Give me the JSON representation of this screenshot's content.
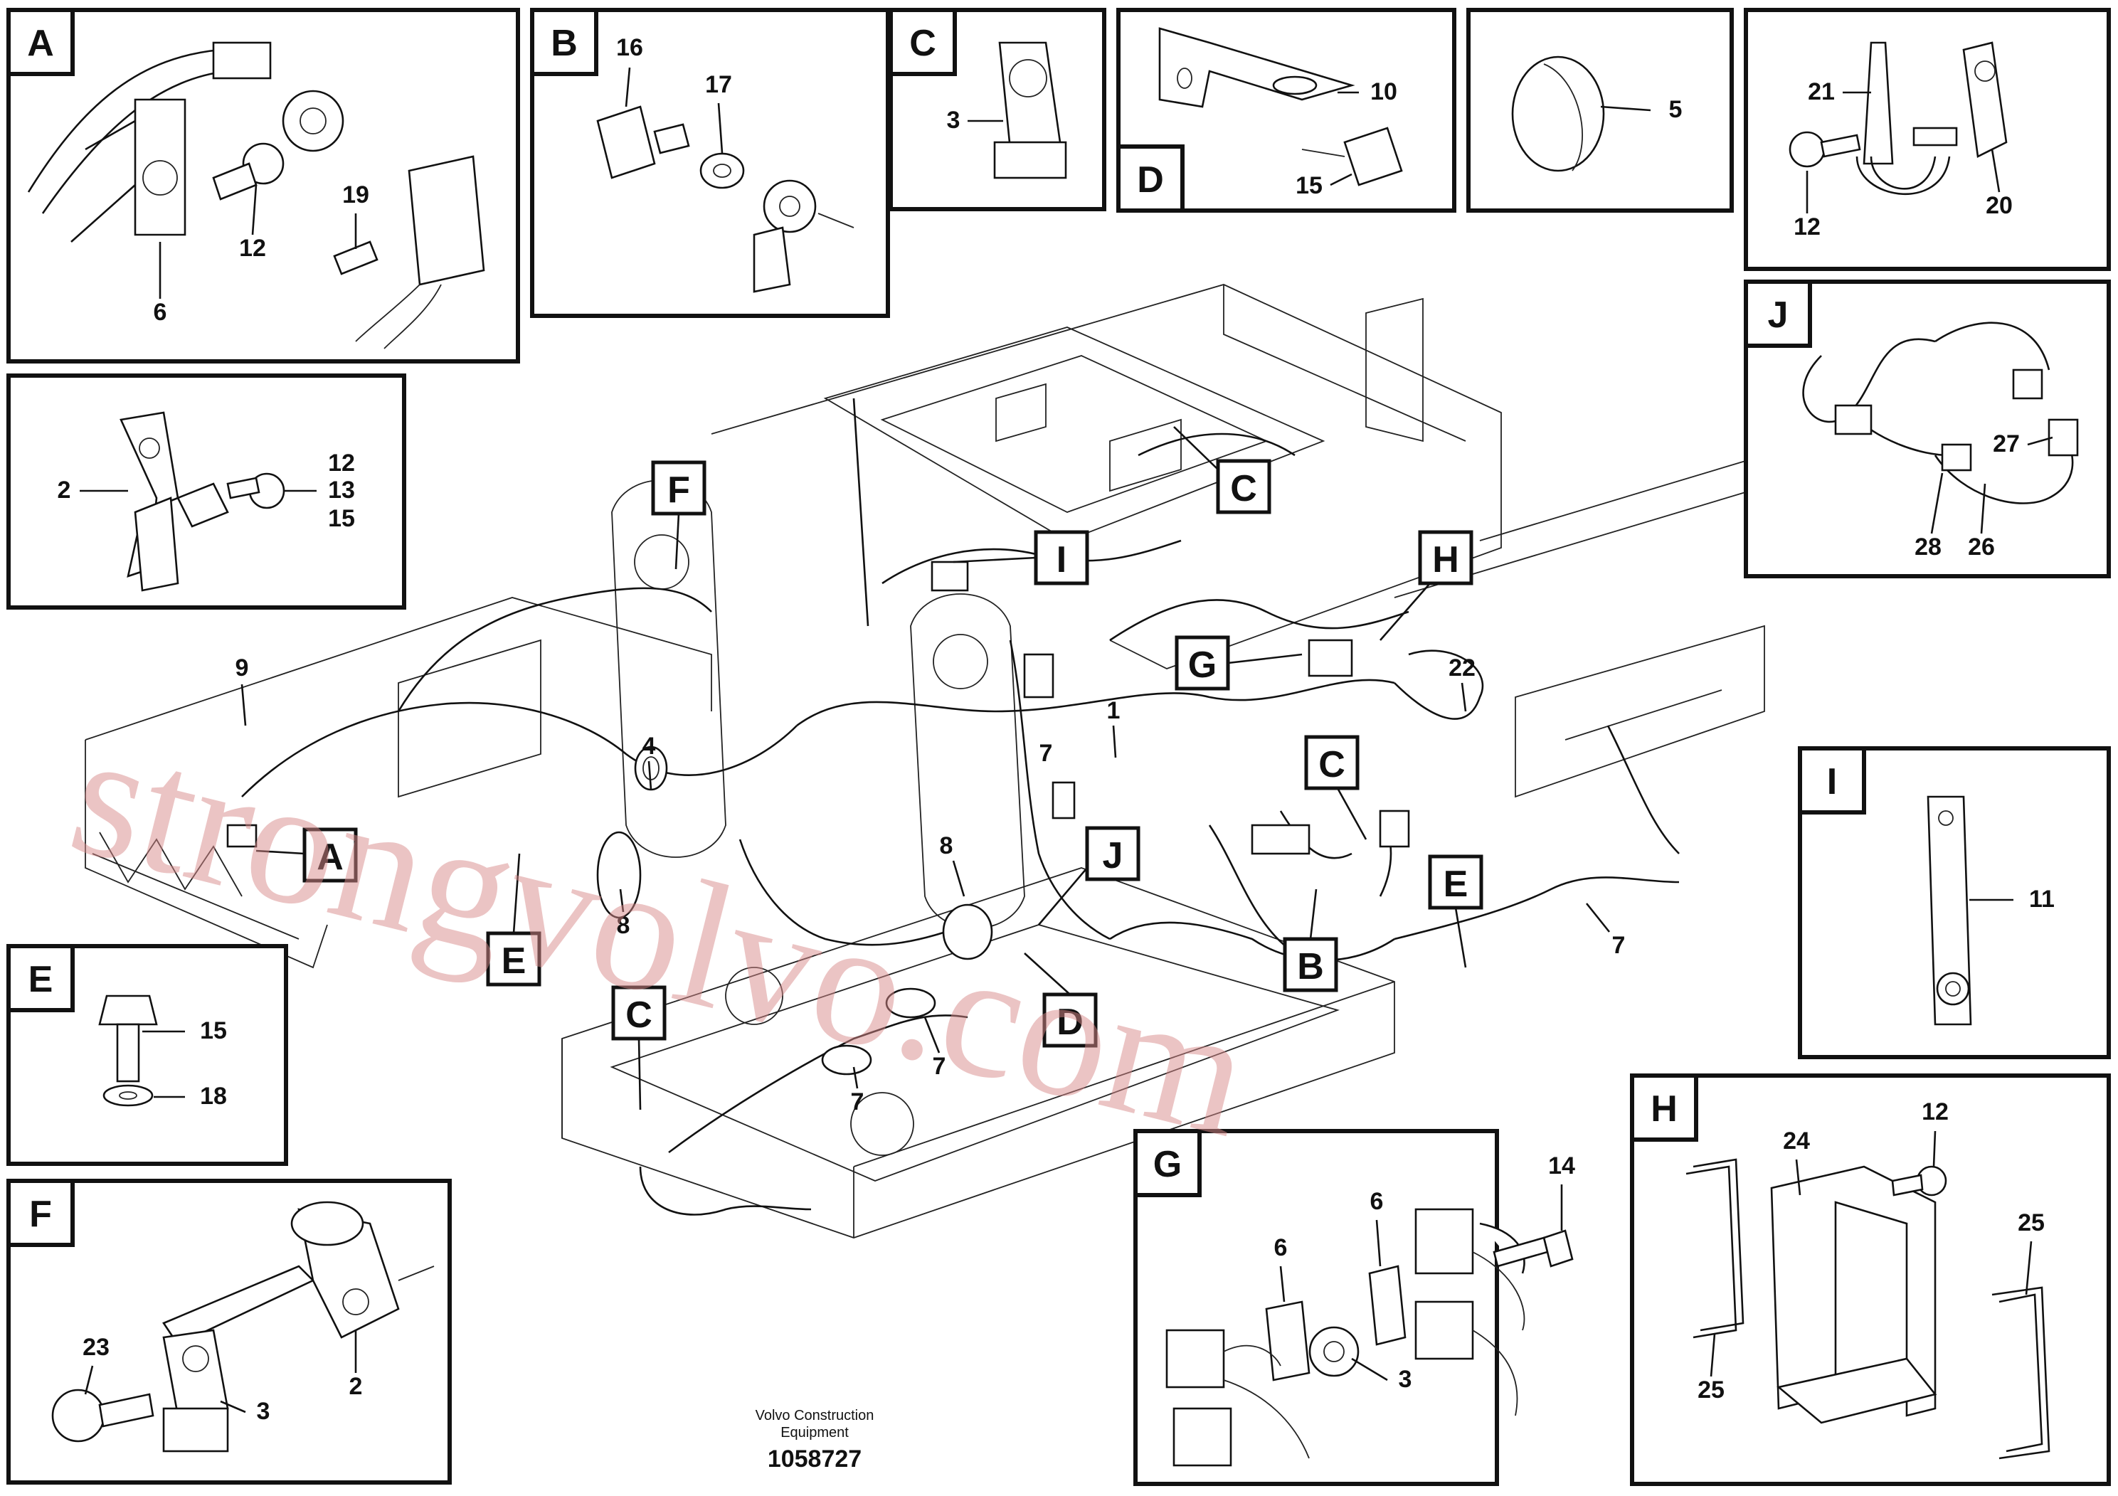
{
  "panels": {
    "A": {
      "letter": "A",
      "callouts": [
        "6",
        "12",
        "19"
      ]
    },
    "B": {
      "letter": "B",
      "callouts": [
        "16",
        "17"
      ]
    },
    "C": {
      "letter": "C",
      "callouts": [
        "3"
      ]
    },
    "D": {
      "letter": "D",
      "callouts": [
        "10",
        "15"
      ]
    },
    "plug": {
      "callouts": [
        "5"
      ]
    },
    "clamp_top": {
      "callouts": [
        "21",
        "12",
        "20"
      ]
    },
    "J": {
      "letter": "J",
      "callouts": [
        "27",
        "28",
        "26"
      ]
    },
    "bracket_left": {
      "callouts": [
        "2",
        "12",
        "13",
        "15"
      ]
    },
    "E": {
      "letter": "E",
      "callouts": [
        "15",
        "18"
      ]
    },
    "F": {
      "letter": "F",
      "callouts": [
        "23",
        "3",
        "2"
      ]
    },
    "I": {
      "letter": "I",
      "callouts": [
        "11"
      ]
    },
    "G": {
      "letter": "G",
      "callouts": [
        "14",
        "6",
        "6",
        "3"
      ]
    },
    "H": {
      "letter": "H",
      "callouts": [
        "24",
        "12",
        "25",
        "25"
      ]
    }
  },
  "main": {
    "tags": [
      "F",
      "I",
      "C",
      "H",
      "G",
      "A",
      "E",
      "J",
      "C",
      "D",
      "B",
      "E",
      "C"
    ],
    "callouts": [
      "9",
      "4",
      "1",
      "22",
      "8",
      "8",
      "7",
      "7",
      "7",
      "7"
    ]
  },
  "footer": {
    "maker": "Volvo Construction",
    "maker2": "Equipment",
    "ref": "1058727"
  },
  "watermark": "strongvolvo.com"
}
